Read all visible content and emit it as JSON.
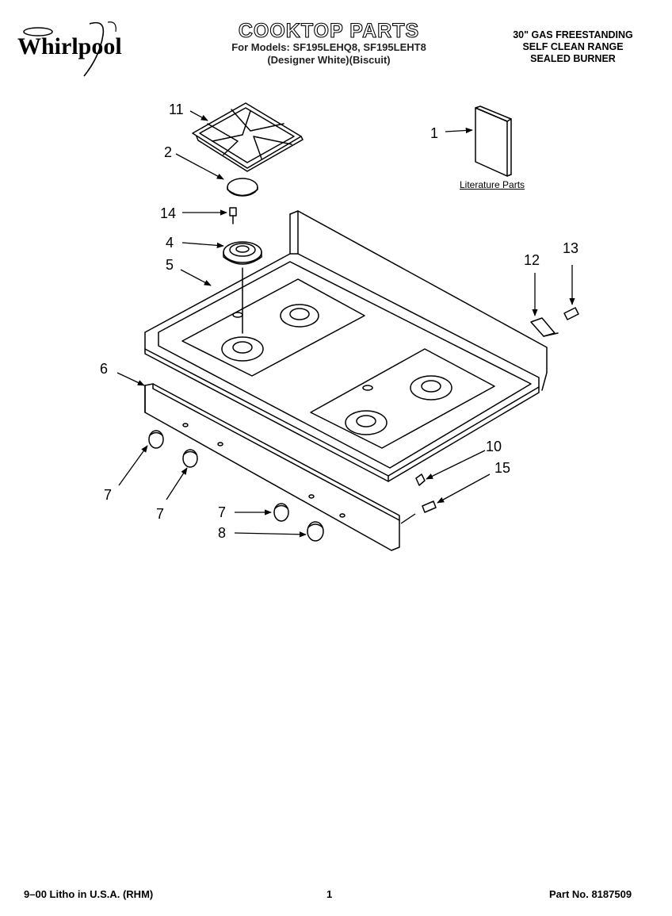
{
  "header": {
    "brand": "Whirlpool",
    "title": "COOKTOP PARTS",
    "models_line1": "For Models: SF195LEHQ8, SF195LEHT8",
    "models_line2": "(Designer White)(Biscuit)",
    "spec_lines": [
      "30\" GAS FREESTANDING",
      "SELF CLEAN RANGE",
      "SEALED BURNER"
    ]
  },
  "diagram": {
    "literature_label": "Literature Parts",
    "callouts": [
      {
        "id": "c11",
        "text": "11"
      },
      {
        "id": "c2",
        "text": "2"
      },
      {
        "id": "c14",
        "text": "14"
      },
      {
        "id": "c4",
        "text": "4"
      },
      {
        "id": "c5",
        "text": "5"
      },
      {
        "id": "c1",
        "text": "1"
      },
      {
        "id": "c12",
        "text": "12"
      },
      {
        "id": "c13",
        "text": "13"
      },
      {
        "id": "c6",
        "text": "6"
      },
      {
        "id": "c7a",
        "text": "7"
      },
      {
        "id": "c7b",
        "text": "7"
      },
      {
        "id": "c7c",
        "text": "7"
      },
      {
        "id": "c8",
        "text": "8"
      },
      {
        "id": "c10",
        "text": "10"
      },
      {
        "id": "c15",
        "text": "15"
      }
    ]
  },
  "footer": {
    "litho": "9–00 Litho in U.S.A. (RHM)",
    "page": "1",
    "part_no": "Part No. 8187509"
  }
}
